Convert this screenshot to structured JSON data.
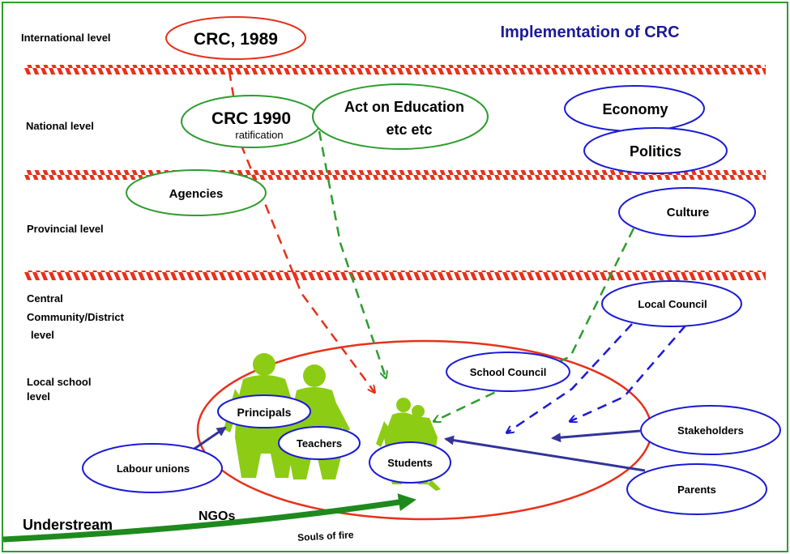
{
  "title": "Implementation of CRC",
  "levels": {
    "international": "International level",
    "national": "National level",
    "provincial": "Provincial level",
    "central_line1": "Central",
    "central_line2": "Community/District",
    "central_line3": "level",
    "local_line1": "Local school",
    "local_line2": "level"
  },
  "nodes": {
    "crc1989": "CRC, 1989",
    "crc1990": "CRC 1990",
    "crc1990_sub": "ratification",
    "act_line1": "Act on Education",
    "act_line2": "etc etc",
    "economy": "Economy",
    "politics": "Politics",
    "agencies": "Agencies",
    "culture": "Culture",
    "local_council": "Local Council",
    "school_council": "School Council",
    "principals": "Principals",
    "teachers": "Teachers",
    "students": "Students",
    "labour_unions": "Labour unions",
    "stakeholders": "Stakeholders",
    "parents": "Parents"
  },
  "bottom": {
    "understream": "Understream",
    "ngos": "NGOs",
    "souls": "Souls of fire"
  },
  "colors": {
    "border": "#2e9c2e",
    "red": "#e8311a",
    "green": "#2e9c2e",
    "blue": "#1a1ad6",
    "navy": "#33339a",
    "figure": "#8ccc14",
    "title": "#1a1a9c"
  }
}
